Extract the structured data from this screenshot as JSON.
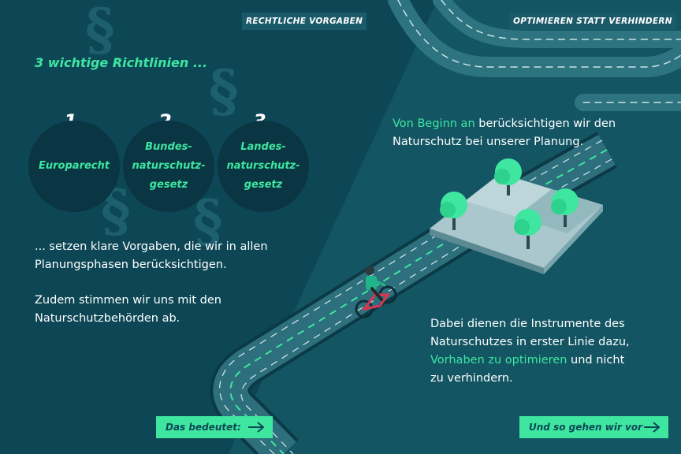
{
  "tags": {
    "left": "RECHTLICHE VORGABEN",
    "right": "OPTIMIEREN STATT VERHINDERN"
  },
  "left": {
    "heading": "3 wichtige Richtlinien ...",
    "items": [
      {
        "number": "1.",
        "label": "Europarecht"
      },
      {
        "number": "2.",
        "label": "Bundes-\nnaturschutz-\ngesetz"
      },
      {
        "number": "3.",
        "label": "Landes-\nnaturschutz-\ngesetz"
      }
    ],
    "para1_line1": "... setzen klare Vorgaben, die wir in allen",
    "para1_line2": "Planungsphasen berücksichtigen.",
    "para2_line1": "Zudem stimmen wir uns mit den",
    "para2_line2": "Naturschutzbehörden ab."
  },
  "right": {
    "p1_highlight": "Von Beginn an",
    "p1_rest": " berücksichtigen wir den",
    "p1_line2": "Naturschutz bei unserer Planung.",
    "p2_line1": "Dabei dienen die Instrumente des",
    "p2_line2": "Naturschutzes in erster Linie dazu,",
    "p2_highlight": "Vorhaben zu optimieren",
    "p2_rest": " und nicht",
    "p2_line4": "zu verhindern."
  },
  "buttons": {
    "left": "Das bedeutet:",
    "right": "Und so gehen wir vor"
  },
  "colors": {
    "background": "#0d4756",
    "accent": "#3ee6a0",
    "circle": "#0a3542",
    "tag": "#1b5a69"
  }
}
